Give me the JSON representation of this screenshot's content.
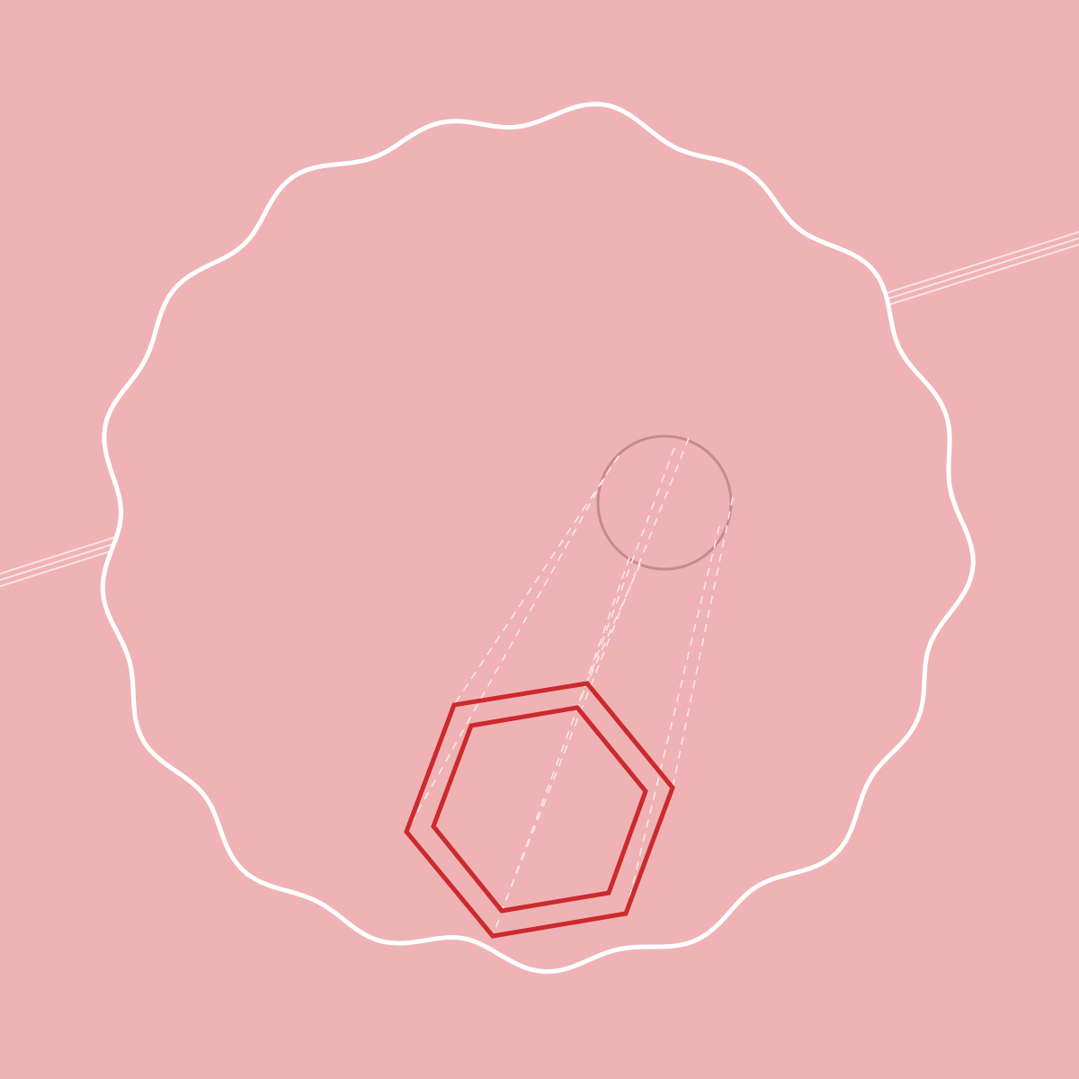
{
  "colors": {
    "background": "#efb3b5",
    "blob_outline": "#ffffff",
    "diagonal_line": "#fbe3e4",
    "hexagon_stroke": "#cc2a2d",
    "circle_stroke": "#c78a8d",
    "projection_lines": "#fbe7e8"
  },
  "shapes": {
    "blob": "wavy-circle-outline",
    "lens": "circle-outline",
    "target": "double-hexagon-outline",
    "projection": "dashed-lines",
    "background_line": "diagonal-triple-line"
  }
}
